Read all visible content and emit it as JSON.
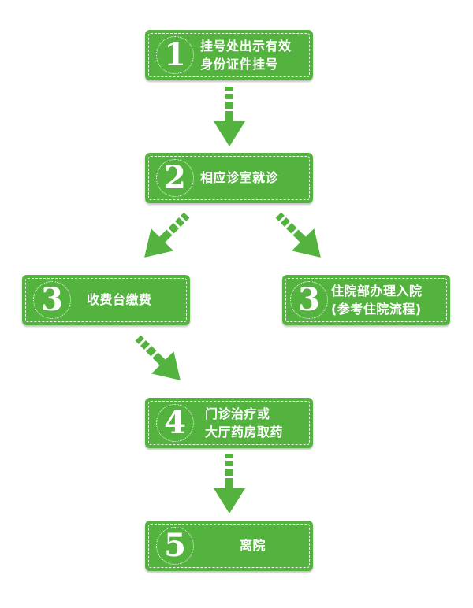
{
  "steps": [
    {
      "number": "1",
      "lines": [
        "挂号处出示有效",
        "身份证件挂号"
      ]
    },
    {
      "number": "2",
      "lines": [
        "相应诊室就诊"
      ]
    },
    {
      "number": "3",
      "lines": [
        "收费台缴费"
      ]
    },
    {
      "number": "3",
      "lines": [
        "住院部办理入院",
        "(参考住院流程)"
      ]
    },
    {
      "number": "4",
      "lines": [
        "门诊治疗或",
        "大厅药房取药"
      ]
    },
    {
      "number": "5",
      "lines": [
        "离院"
      ]
    }
  ],
  "colors": {
    "box": "#53b33e",
    "arrow": "#53b33e",
    "text": "#ffffff"
  }
}
